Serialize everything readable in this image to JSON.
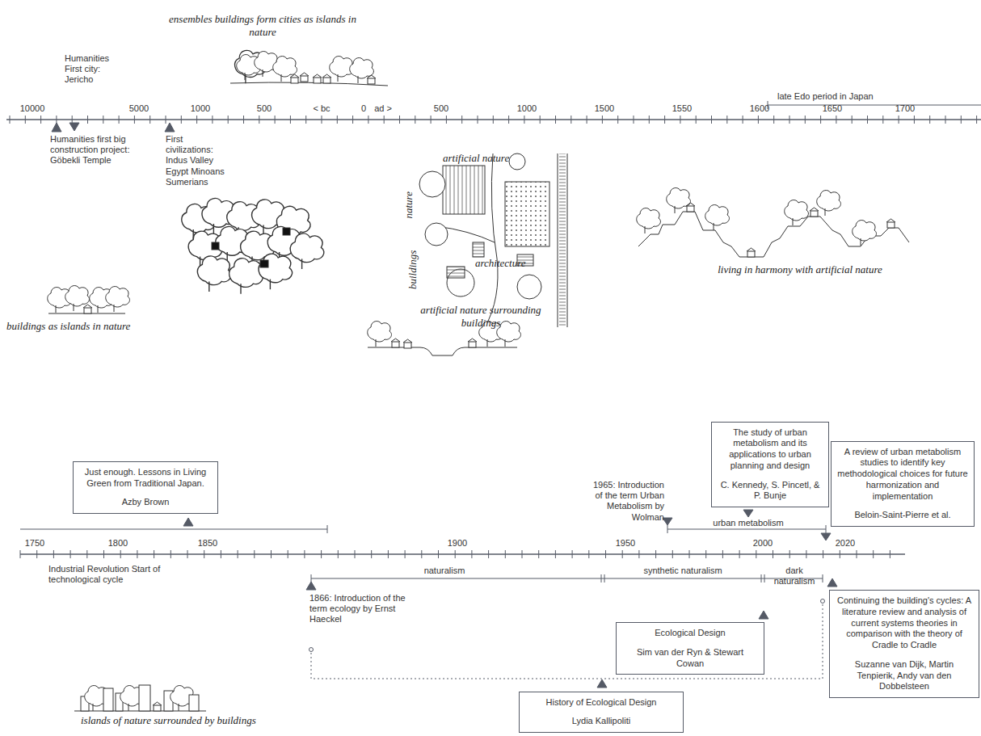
{
  "diagram": {
    "nodes": [
      {
        "text": [
          "Just enough. Lessons in Living Green from Traditional Japan.",
          "Azby Brown"
        ]
      },
      {
        "text": [
          "The study of urban metabolism and its applications to urban planning and design",
          "C. Kennedy, S. Pincetl, & P. Bunje"
        ]
      },
      {
        "text": [
          "A review of urban metabolism studies to identify key methodological choices for future harmonization and implementation",
          "Beloin-Saint-Pierre et al."
        ]
      },
      {
        "text": [
          "Ecological Design",
          "Sim van der Ryn & Stewart Cowan"
        ]
      },
      {
        "text": [
          "Continuing the building's cycles: A literature review and analysis of current systems theories in comparison with the theory of Cradle to Cradle",
          "Suzanne van Dijk, Martin Tenpierik, Andy van den Dobbelsteen"
        ]
      },
      {
        "text": [
          "History of Ecological Design",
          "Lydia Kallipoliti"
        ]
      }
    ],
    "labels": [
      "ensembles buildings form cities as islands in nature",
      "Humanities First city: Jericho",
      "10000",
      "5000",
      "1000",
      "500",
      "< bc",
      "0",
      "ad >",
      "500",
      "1000",
      "1500",
      "1550",
      "1600",
      "1650",
      "1700",
      "late Edo period in Japan",
      "Humanities first big construction project: Göbekli Temple",
      "First civilizations: Indus Valley Egypt Minoans Sumerians",
      "artificial nature",
      "nature",
      "buildings",
      "architecture",
      "artificial nature surrounding buildings",
      "living in harmony with artificial nature",
      "buildings as islands in nature",
      "1750",
      "1800",
      "1850",
      "1900",
      "1950",
      "2000",
      "2020",
      "Industrial Revolution Start of technological cycle",
      "1866: Introduction of the term ecology by Ernst Haeckel",
      "naturalism",
      "synthetic naturalism",
      "dark naturalism",
      "1965: Introduction of the term Urban Metabolism by Wolman",
      "urban metabolism",
      "islands of nature surrounded by buildings"
    ]
  }
}
